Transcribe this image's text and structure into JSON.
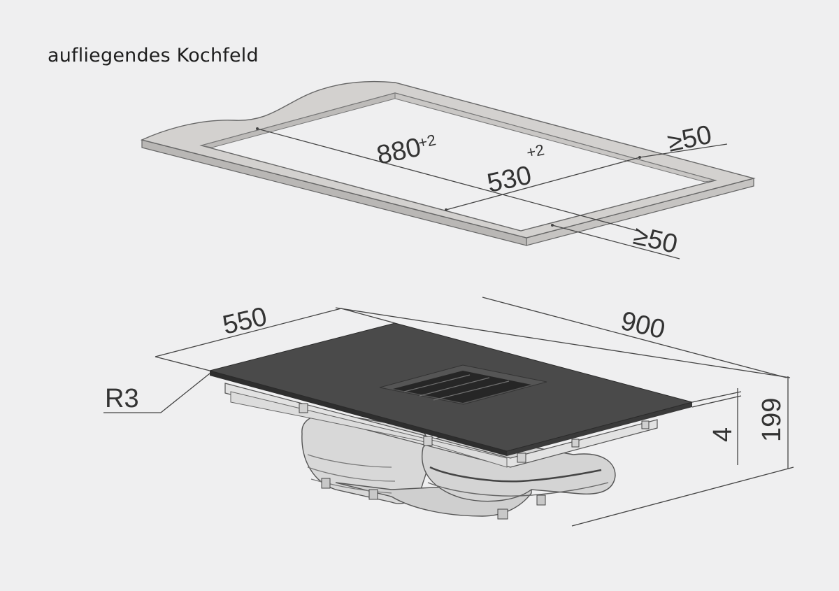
{
  "title": "aufliegendes Kochfeld",
  "cutout": {
    "length": {
      "value": "880",
      "tolerance": "+2"
    },
    "width": {
      "value": "530",
      "tolerance": "+2"
    },
    "min_distance_back": "≥50",
    "min_distance_front": "≥50"
  },
  "appliance": {
    "depth": "550",
    "width": "900",
    "glass_thickness": "4",
    "total_height": "199",
    "corner_radius": "R3"
  },
  "colors": {
    "background": "#efeff0",
    "worktop": "#d3d1cf",
    "glass": "#4a4a4a",
    "motor": "#d6d6d6"
  }
}
